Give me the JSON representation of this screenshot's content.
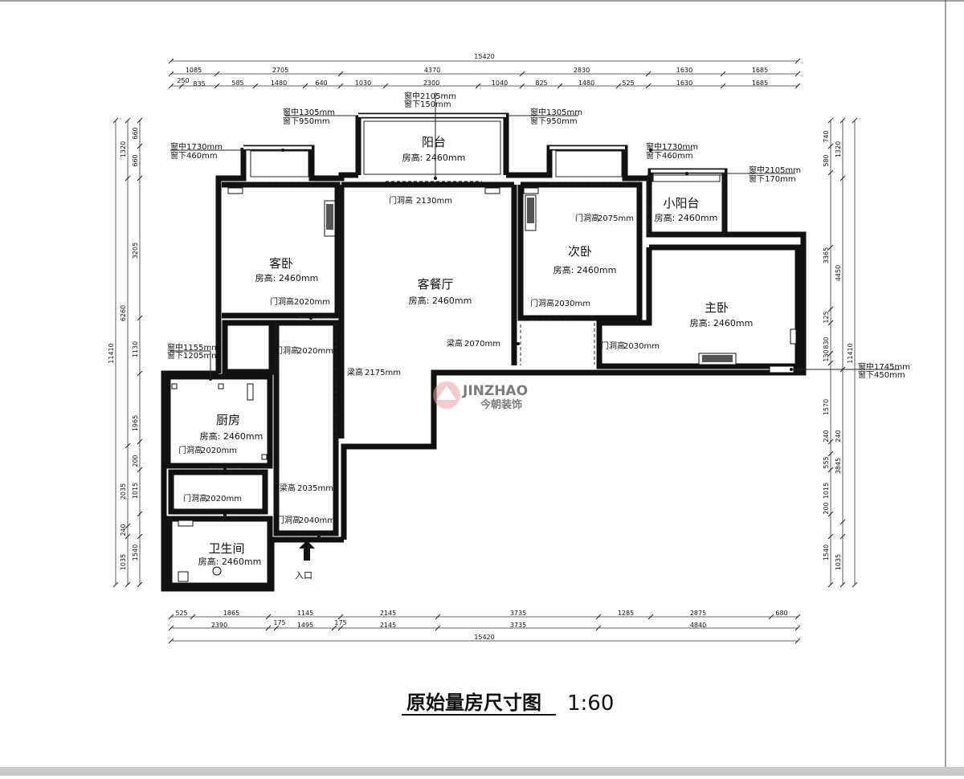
{
  "title": "原始量房尺寸图",
  "scale": "1:60",
  "brand": {
    "name_en": "JINZHAO",
    "name_cn": "今朝装饰",
    "color": "#d23a2f"
  },
  "rooms": {
    "balcony": {
      "name": "阳台",
      "height": "房高: 2460mm"
    },
    "small_balcony": {
      "name": "小阳台",
      "height": "房高: 2460mm"
    },
    "guest_bedroom": {
      "name": "客卧",
      "height": "房高: 2460mm"
    },
    "living_dining": {
      "name": "客餐厅",
      "height": "房高: 2460mm"
    },
    "second_bedroom": {
      "name": "次卧",
      "height": "房高: 2460mm"
    },
    "master_bedroom": {
      "name": "主卧",
      "height": "房高: 2460mm"
    },
    "kitchen": {
      "name": "厨房",
      "height": "房高: 2460mm"
    },
    "bathroom": {
      "name": "卫生间",
      "height": "房高: 2460mm"
    }
  },
  "entrance": "入口",
  "notes": {
    "bal_win_a": "窗中2105mm",
    "bal_win_b": "窗下150mm",
    "bal_l_a": "窗中1305mm",
    "bal_l_b": "窗下950mm",
    "bal_r_a": "窗中1305mm",
    "bal_r_b": "窗下950mm",
    "guest_win_a": "窗中1730mm",
    "guest_win_b": "窗下460mm",
    "second_win_a": "窗中1730mm",
    "second_win_b": "窗下460mm",
    "small_bal_win_a": "窗中2105mm",
    "small_bal_win_b": "窗下170mm",
    "kitchen_win_a": "窗中1155mm",
    "kitchen_win_b": "窗下1205mm",
    "master_win_a": "窗中1745mm",
    "master_win_b": "窗下450mm",
    "door_balcony": "门洞高",
    "door_balcony_v": "2130mm",
    "door_small_bal": "门洞高",
    "door_small_bal_v": "2075mm",
    "door_guest": "门洞高",
    "door_guest_v": "2020mm",
    "door_corridor": "门洞高",
    "door_corridor_v": "2020mm",
    "door_second": "门洞高",
    "door_second_v": "2030mm",
    "door_master": "门洞高",
    "door_master_v": "2030mm",
    "door_kitchen": "门洞高",
    "door_kitchen_v": "2020mm",
    "door_bath": "门洞高",
    "door_bath_v": "2020mm",
    "door_entry": "门洞高",
    "door_entry_v": "2040mm",
    "beam_living": "梁高",
    "beam_living_v": "2070mm",
    "beam_corridor": "梁高",
    "beam_corridor_v": "2175mm",
    "beam_kitchen": "梁高",
    "beam_kitchen_v": "2035mm"
  },
  "dims": {
    "top_total": "15420",
    "top_row1": [
      "1085",
      "2705",
      "4370",
      "2830",
      "1630",
      "1685"
    ],
    "top_row2": [
      "250",
      "835",
      "585",
      "1480",
      "640",
      "1030",
      "2300",
      "1040",
      "825",
      "1480",
      "525",
      "1630",
      "1685"
    ],
    "bottom_row1": [
      "525",
      "1865",
      "1145",
      "2145",
      "3735",
      "1285",
      "2875",
      "680"
    ],
    "bottom_row2": [
      "2390",
      "175",
      "1495",
      "175",
      "2145",
      "3735",
      "4840"
    ],
    "bottom_total": "15420",
    "left_outer": "11410",
    "left_mid": [
      "6260",
      "2035",
      "240",
      "1035"
    ],
    "left_inner": [
      "660",
      "660",
      "3205",
      "1130",
      "1965",
      "200",
      "1015",
      "1540"
    ],
    "left_top": "1320",
    "right_outer": "11410",
    "right_mid": [
      "1320",
      "4450",
      "3845",
      "240",
      "1035"
    ],
    "right_inner": [
      "740",
      "580",
      "3365",
      "125",
      "830",
      "130",
      "1570",
      "240",
      "555",
      "1015",
      "200",
      "1540"
    ]
  }
}
